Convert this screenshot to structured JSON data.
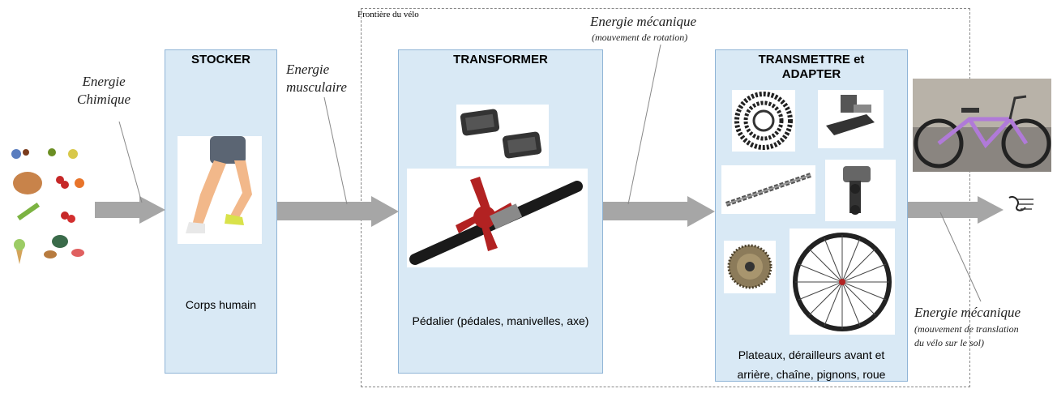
{
  "frontier": {
    "label": "Frontière du vélo"
  },
  "energies": {
    "chimique": "Energie\nChimique",
    "musculaire": "Energie\nmusculaire",
    "mecanique_rotation": "Energie mécanique",
    "mecanique_rotation_sub": "(mouvement de rotation)",
    "mecanique_translation": "Energie mécanique",
    "mecanique_translation_sub": "(mouvement de translation\ndu vélo sur le sol)"
  },
  "boxes": {
    "stocker": {
      "title": "STOCKER",
      "caption": "Corps humain"
    },
    "transformer": {
      "title": "TRANSFORMER",
      "caption": "Pédalier (pédales, manivelles, axe)"
    },
    "transmettre": {
      "title": "TRANSMETTRE et\nADAPTER",
      "caption": "Plateaux, dérailleurs avant et\narrière, chaîne, pignons, roue"
    }
  },
  "colors": {
    "box_fill": "#d9e9f5",
    "arrow": "#a6a6a6",
    "crank_red": "#b22222"
  }
}
